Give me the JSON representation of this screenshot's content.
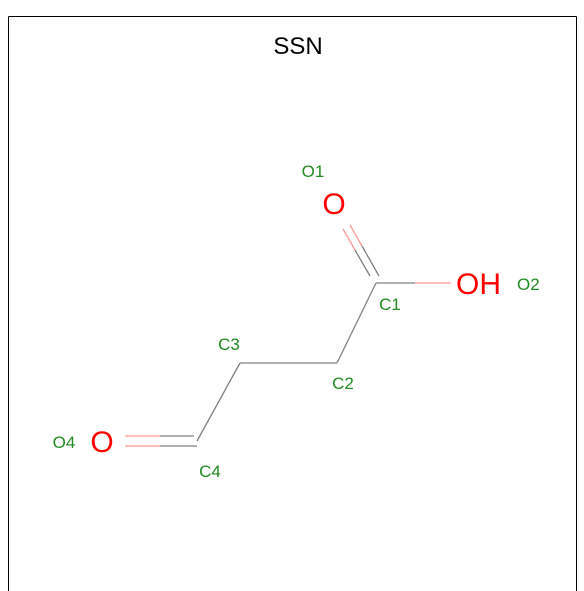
{
  "molecule": {
    "title": "SSN",
    "atoms": {
      "o1": {
        "symbol": "O",
        "label": "O1"
      },
      "o2": {
        "symbol": "OH",
        "label": "O2"
      },
      "o4": {
        "symbol": "O",
        "label": "O4"
      },
      "c1": {
        "label": "C1"
      },
      "c2": {
        "label": "C2"
      },
      "c3": {
        "label": "C3"
      },
      "c4": {
        "label": "C4"
      }
    }
  },
  "colors": {
    "background": "#ffffff",
    "border": "#000000",
    "title": "#000000",
    "heteroatom": "#ff0000",
    "atom_label": "#228b22",
    "bond": "#808080"
  }
}
